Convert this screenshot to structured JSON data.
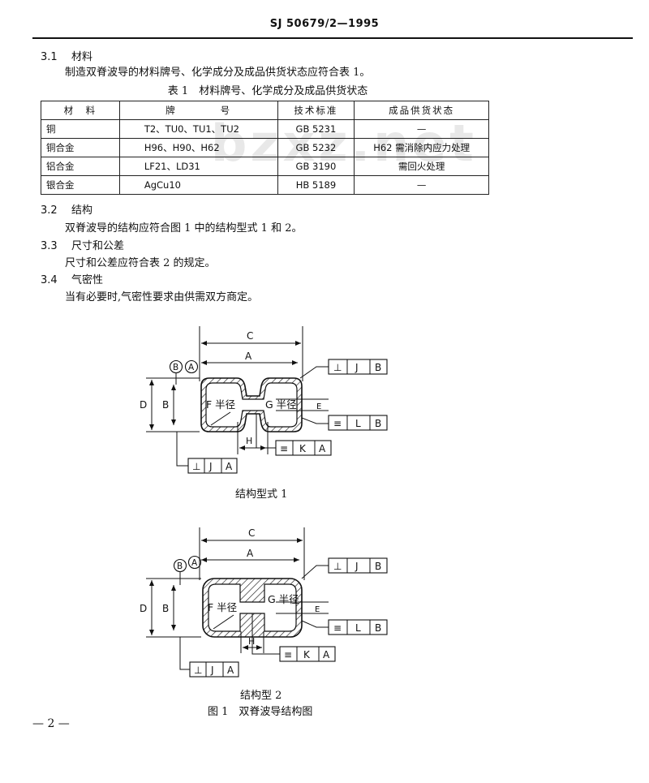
{
  "header": {
    "standard_number": "SJ 50679/2—1995"
  },
  "watermark": {
    "text": "bzxz.net"
  },
  "sections": {
    "s31": {
      "number": "3.1",
      "title": "材料",
      "body": "制造双脊波导的材料牌号、化学成分及成品供货状态应符合表 1。"
    },
    "s32": {
      "number": "3.2",
      "title": "结构",
      "body": "双脊波导的结构应符合图 1 中的结构型式 1 和 2。"
    },
    "s33": {
      "number": "3.3",
      "title": "尺寸和公差",
      "body": "尺寸和公差应符合表 2 的规定。"
    },
    "s34": {
      "number": "3.4",
      "title": "气密性",
      "body": "当有必要时,气密性要求由供需双方商定。"
    }
  },
  "table1": {
    "caption": "表 1　材料牌号、化学成分及成品供货状态",
    "headers": [
      "材　料",
      "牌　　　　号",
      "技术标准",
      "成品供货状态"
    ],
    "rows": [
      {
        "material": "铜",
        "grade": "T2、TU0、TU1、TU2",
        "standard": "GB 5231",
        "state": "—"
      },
      {
        "material": "铜合金",
        "grade": "H96、H90、H62",
        "standard": "GB 5232",
        "state": "H62 需消除内应力处理"
      },
      {
        "material": "铝合金",
        "grade": "LF21、LD31",
        "standard": "GB 3190",
        "state": "需回火处理"
      },
      {
        "material": "银合金",
        "grade": "AgCu10",
        "standard": "HB 5189",
        "state": "—"
      }
    ]
  },
  "figure1": {
    "form1": {
      "label": "结构型式 1",
      "dims": {
        "C": "C",
        "A": "A",
        "D": "D",
        "B": "B",
        "E": "E",
        "H": "H"
      },
      "radius_f": "F 半径",
      "radius_g": "G 半径",
      "datum_b": "B",
      "datum_a": "A",
      "frame_top": [
        "⊥",
        "J",
        "B"
      ],
      "frame_right": [
        "≡",
        "L",
        "B"
      ],
      "frame_mid": [
        "≡",
        "K",
        "A"
      ],
      "frame_bottom": [
        "⊥",
        "J",
        "A"
      ]
    },
    "form2": {
      "label": "结构型 2",
      "dims": {
        "C": "C",
        "A": "A",
        "D": "D",
        "B": "B",
        "E": "E",
        "H": "H"
      },
      "radius_f": "F 半径",
      "radius_g": "G 半径",
      "datum_b": "B",
      "datum_a": "A",
      "frame_top": [
        "⊥",
        "J",
        "B"
      ],
      "frame_right": [
        "≡",
        "L",
        "B"
      ],
      "frame_mid": [
        "≡",
        "K",
        "A"
      ],
      "frame_bottom": [
        "⊥",
        "J",
        "A"
      ]
    },
    "caption": "图 1　双脊波导结构图"
  },
  "footer": {
    "page": "— 2 —"
  }
}
